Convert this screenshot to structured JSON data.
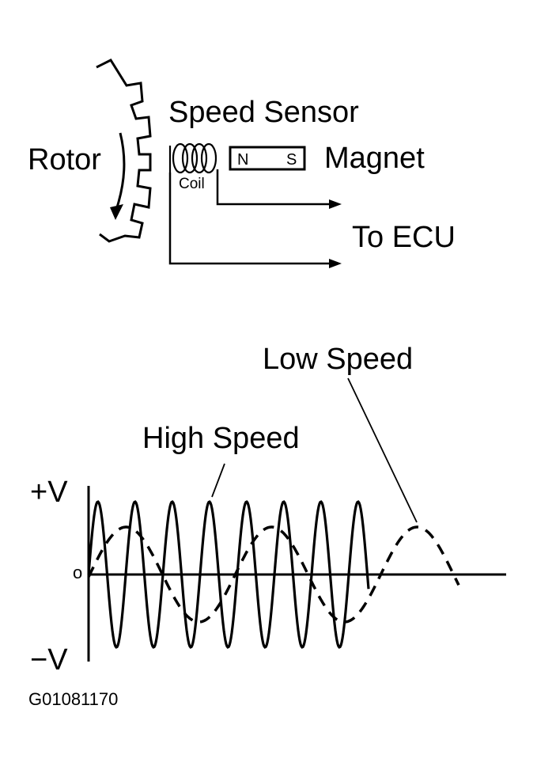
{
  "diagram": {
    "labels": {
      "speed_sensor": "Speed Sensor",
      "rotor": "Rotor",
      "magnet": "Magnet",
      "coil": "Coil",
      "north": "N",
      "south": "S",
      "to_ecu": "To ECU"
    }
  },
  "waveform": {
    "low_speed": "Low Speed",
    "high_speed": "High Speed",
    "plus_v": "+V",
    "minus_v": "−V",
    "zero": "o"
  },
  "figure_id": "G01081170"
}
